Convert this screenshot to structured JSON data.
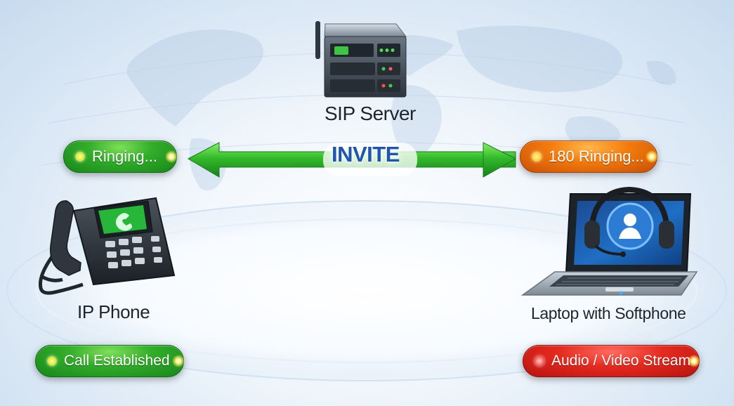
{
  "diagram": {
    "server_label": "SIP Server",
    "phone_label": "IP Phone",
    "laptop_label": "Laptop with Softphone",
    "message_label": "INVITE",
    "status_left_top": "Ringing...",
    "status_right_top": "180 Ringing...",
    "status_left_bottom": "Call Established",
    "status_right_bottom": "Audio / Video Stream"
  },
  "icons": {
    "server": "server-icon",
    "phone": "ip-phone-icon",
    "laptop": "laptop-icon",
    "headset": "headset-icon",
    "user": "user-icon",
    "world_map": "world-map-icon"
  },
  "colors": {
    "accent_blue": "#1f56ad",
    "status_green": "#2ea12d",
    "status_orange": "#f47c0d",
    "status_red": "#e52a1f"
  }
}
